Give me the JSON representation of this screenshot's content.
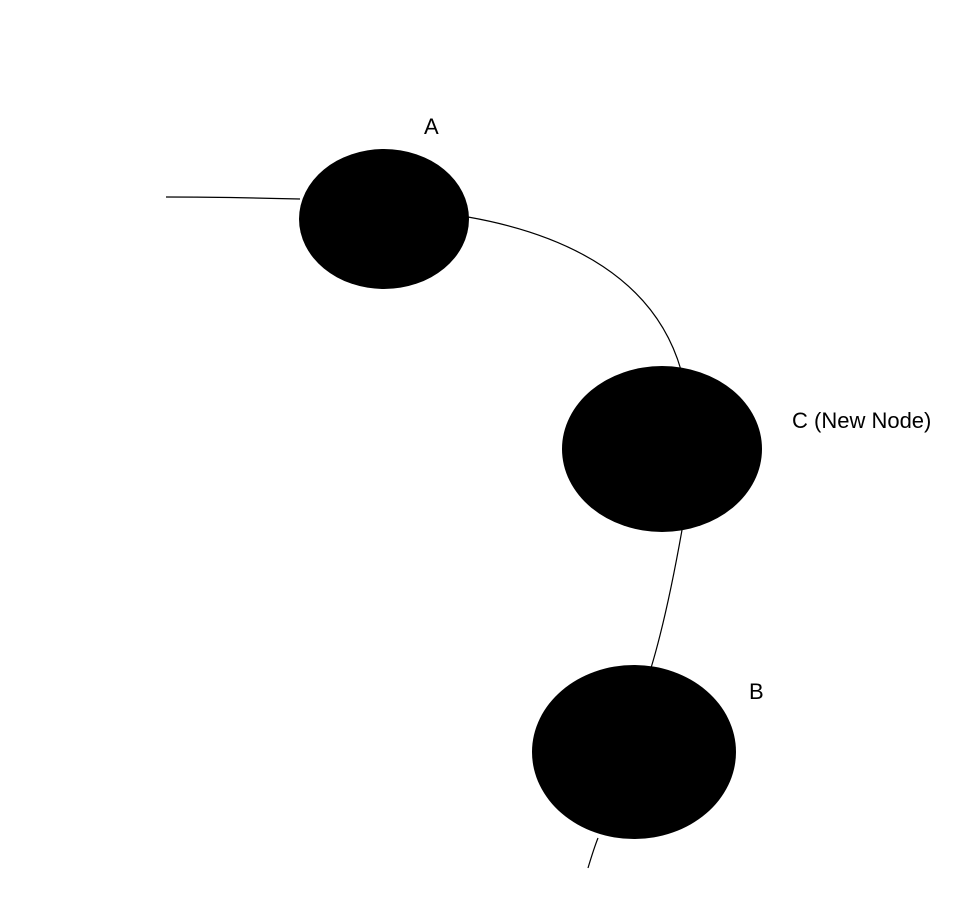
{
  "colors": {
    "background": "#ffffff",
    "node_fill": "#000000",
    "edge_stroke": "#000000",
    "label_text": "#000000"
  },
  "nodes": {
    "a": {
      "label": "A"
    },
    "c": {
      "label": "C (New Node)"
    },
    "b": {
      "label": "B"
    }
  }
}
